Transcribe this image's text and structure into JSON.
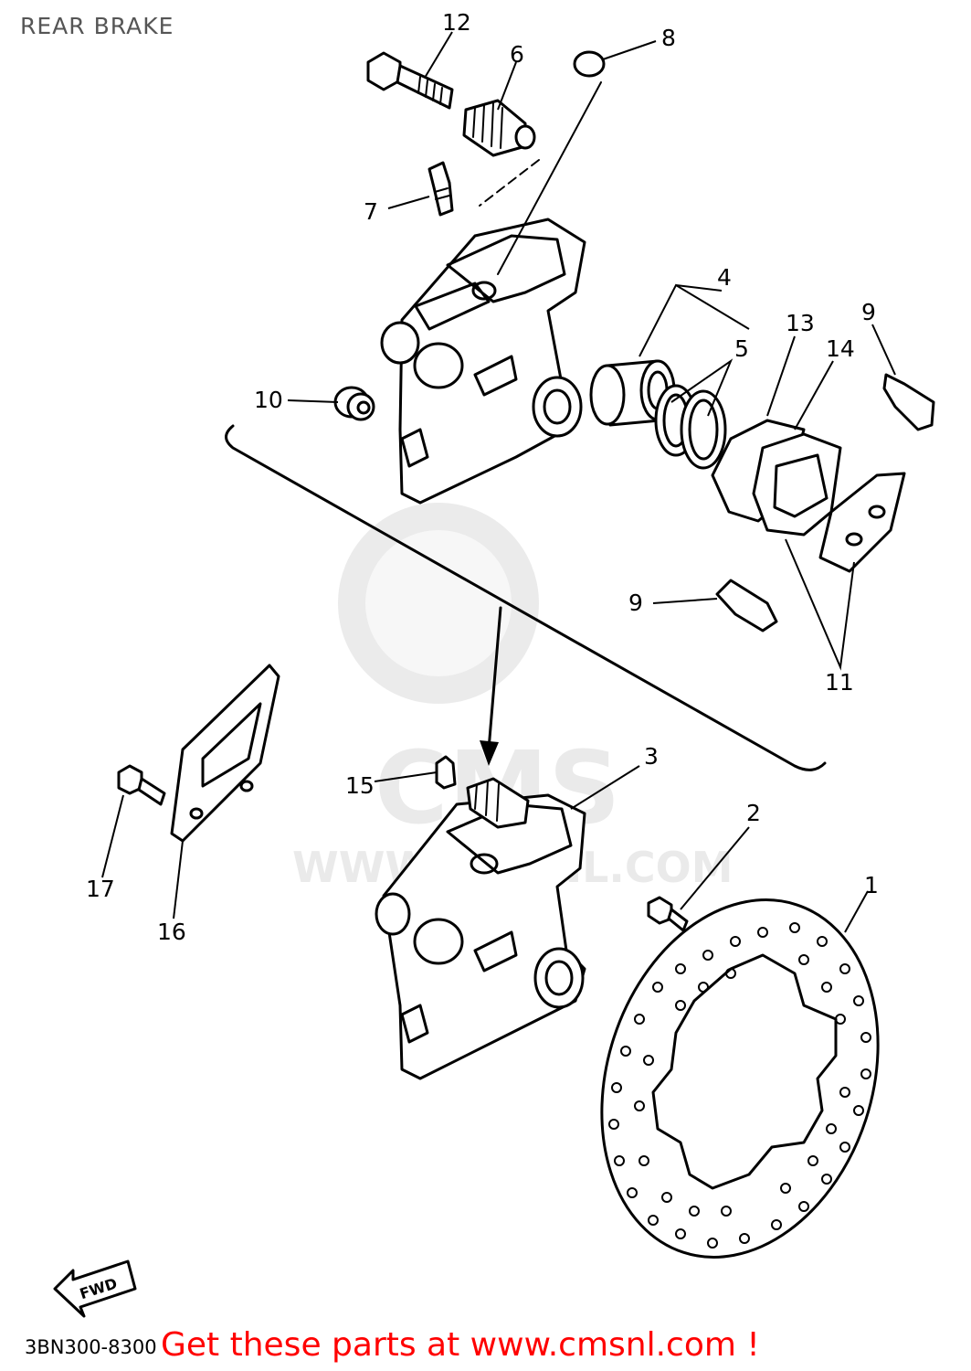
{
  "title": "REAR BRAKE",
  "part_code": "3BN300-8300",
  "promo": "Get these parts at www.cmsnl.com !",
  "watermark": {
    "text": "CMS",
    "url": "WWW.CMSNL.COM"
  },
  "fwd_label": "FWD",
  "callouts": [
    {
      "id": "1",
      "text": "1"
    },
    {
      "id": "2",
      "text": "2"
    },
    {
      "id": "3",
      "text": "3"
    },
    {
      "id": "4",
      "text": "4"
    },
    {
      "id": "5",
      "text": "5"
    },
    {
      "id": "6",
      "text": "6"
    },
    {
      "id": "7",
      "text": "7"
    },
    {
      "id": "8",
      "text": "8"
    },
    {
      "id": "9a",
      "text": "9"
    },
    {
      "id": "9b",
      "text": "9"
    },
    {
      "id": "10",
      "text": "10"
    },
    {
      "id": "11",
      "text": "11"
    },
    {
      "id": "12",
      "text": "12"
    },
    {
      "id": "13",
      "text": "13"
    },
    {
      "id": "14",
      "text": "14"
    },
    {
      "id": "15",
      "text": "15"
    },
    {
      "id": "16",
      "text": "16"
    },
    {
      "id": "17",
      "text": "17"
    }
  ],
  "colors": {
    "line": "#000000",
    "promo": "#ff0000",
    "title": "#555555"
  }
}
